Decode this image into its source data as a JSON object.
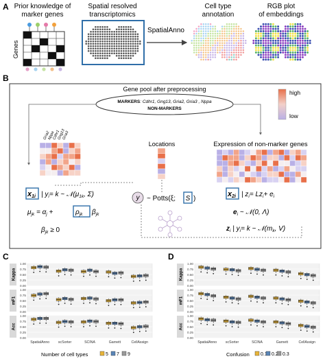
{
  "panel_a": {
    "letter": "A",
    "prior_title_l1": "Prior knowledge of",
    "prior_title_l2": "marker genes",
    "genes_label": "Genes",
    "spatial_title_l1": "Spatial resolved",
    "spatial_title_l2": "transcriptomics",
    "method_label": "SpatialAnno",
    "annot_title_l1": "Cell type",
    "annot_title_l2": "annotation",
    "rgb_title_l1": "RGB plot",
    "rgb_title_l2": "of embeddings"
  },
  "panel_b": {
    "letter": "B",
    "gene_pool_title": "Gene pool after preprocessing",
    "markers_prefix": "MARKERS",
    "markers_list": ": Cdhr1, Gng13, Gria2, Gria3 , Nppa",
    "non_markers": "NON-MARKERS",
    "gene_col_labels": [
      "Gria2",
      "Nppa",
      "Cdhr1",
      "Gng13",
      "Gria3"
    ],
    "locations_title": "Locations",
    "nonmarker_title": "Expression of non-marker genes",
    "legend_high": "high",
    "legend_low": "low",
    "eq_x1_box": "x",
    "eq_x1_sub": "1i",
    "eq_x1_rest": "| y",
    "eq_x1_rest2": "= k ~ 𝒩(μ",
    "eq_x1_rest3": ", Σ)",
    "eq_mu": "μ",
    "eq_mu_rest": "= α",
    "eq_mu_plus": "+",
    "eq_rho": "ρ",
    "eq_beta": "β",
    "eq_beta_ge": "≥ 0",
    "eq_y": "y",
    "eq_potts": "~ Potts(ξ;",
    "eq_S": "S",
    "eq_potts_close": ")",
    "eq_x2_box": "x",
    "eq_x2_rest": "| z",
    "eq_x2_rest2": "= Lz",
    "eq_x2_rest3": "+ e",
    "eq_e": "e",
    "eq_e_rest": "~ 𝒩(0, Λ)",
    "eq_z": "z",
    "eq_z_rest": "| y",
    "eq_z_rest2": "= k ~ 𝒩(m",
    "eq_z_rest3": ", V)"
  },
  "panel_c": {
    "letter": "C",
    "row_labels": [
      "Kappa",
      "mF1",
      "Acc"
    ],
    "y_ticks": [
      "1.00",
      "0.75",
      "0.50",
      "0.25",
      "0.00"
    ],
    "methods": [
      "SpatialAnno",
      "scSorter",
      "SCINA",
      "Garnett",
      "CellAssign"
    ],
    "legend_title": "Number of cell types",
    "legend_items": [
      "5",
      "7",
      "9"
    ]
  },
  "panel_d": {
    "letter": "D",
    "row_labels": [
      "Kappa",
      "mF1",
      "Acc"
    ],
    "y_ticks": [
      "1.00",
      "0.75",
      "0.50",
      "0.25",
      "0.00"
    ],
    "methods": [
      "SpatialAnno",
      "scSorter",
      "SCINA",
      "Garnett",
      "CellAssign"
    ],
    "legend_title": "Confusion",
    "legend_items": [
      "0.1",
      "0.2",
      "0.3"
    ]
  },
  "colors": {
    "series1": "#e8b53a",
    "series2": "#5b86b8",
    "series3": "#9a9a9a",
    "box_border": "#2f6ea8",
    "heat_high": "#e8704a",
    "heat_low": "#b9b0e6"
  },
  "chart_data": [
    {
      "type": "box",
      "panel": "C",
      "xlabel": "",
      "ylim": [
        0,
        1
      ],
      "categories": [
        "SpatialAnno",
        "scSorter",
        "SCINA",
        "Garnett",
        "CellAssign"
      ],
      "metrics": [
        "Kappa",
        "mF1",
        "Acc"
      ],
      "series": [
        {
          "name": "5",
          "medians": {
            "Kappa": [
              0.82,
              0.66,
              0.64,
              0.62,
              0.42
            ],
            "mF1": [
              0.74,
              0.55,
              0.6,
              0.5,
              0.4
            ],
            "Acc": [
              0.84,
              0.7,
              0.72,
              0.66,
              0.46
            ]
          }
        },
        {
          "name": "7",
          "medians": {
            "Kappa": [
              0.86,
              0.72,
              0.7,
              0.56,
              0.44
            ],
            "mF1": [
              0.8,
              0.6,
              0.62,
              0.54,
              0.42
            ],
            "Acc": [
              0.88,
              0.74,
              0.76,
              0.66,
              0.5
            ]
          }
        },
        {
          "name": "9",
          "medians": {
            "Kappa": [
              0.84,
              0.7,
              0.64,
              0.58,
              0.46
            ],
            "mF1": [
              0.82,
              0.56,
              0.58,
              0.54,
              0.44
            ],
            "Acc": [
              0.88,
              0.72,
              0.74,
              0.64,
              0.52
            ]
          }
        }
      ]
    },
    {
      "type": "box",
      "panel": "D",
      "xlabel": "",
      "ylim": [
        0,
        1
      ],
      "categories": [
        "SpatialAnno",
        "scSorter",
        "SCINA",
        "Garnett",
        "CellAssign"
      ],
      "metrics": [
        "Kappa",
        "mF1",
        "Acc"
      ],
      "series": [
        {
          "name": "0.1",
          "medians": {
            "Kappa": [
              0.84,
              0.74,
              0.78,
              0.7,
              0.54
            ],
            "mF1": [
              0.82,
              0.66,
              0.7,
              0.62,
              0.48
            ],
            "Acc": [
              0.86,
              0.76,
              0.8,
              0.72,
              0.56
            ]
          }
        },
        {
          "name": "0.2",
          "medians": {
            "Kappa": [
              0.8,
              0.72,
              0.74,
              0.66,
              0.5
            ],
            "mF1": [
              0.78,
              0.62,
              0.66,
              0.58,
              0.44
            ],
            "Acc": [
              0.82,
              0.72,
              0.76,
              0.68,
              0.52
            ]
          }
        },
        {
          "name": "0.3",
          "medians": {
            "Kappa": [
              0.76,
              0.68,
              0.7,
              0.62,
              0.46
            ],
            "mF1": [
              0.72,
              0.58,
              0.62,
              0.54,
              0.4
            ],
            "Acc": [
              0.8,
              0.7,
              0.72,
              0.64,
              0.48
            ]
          }
        }
      ]
    }
  ]
}
